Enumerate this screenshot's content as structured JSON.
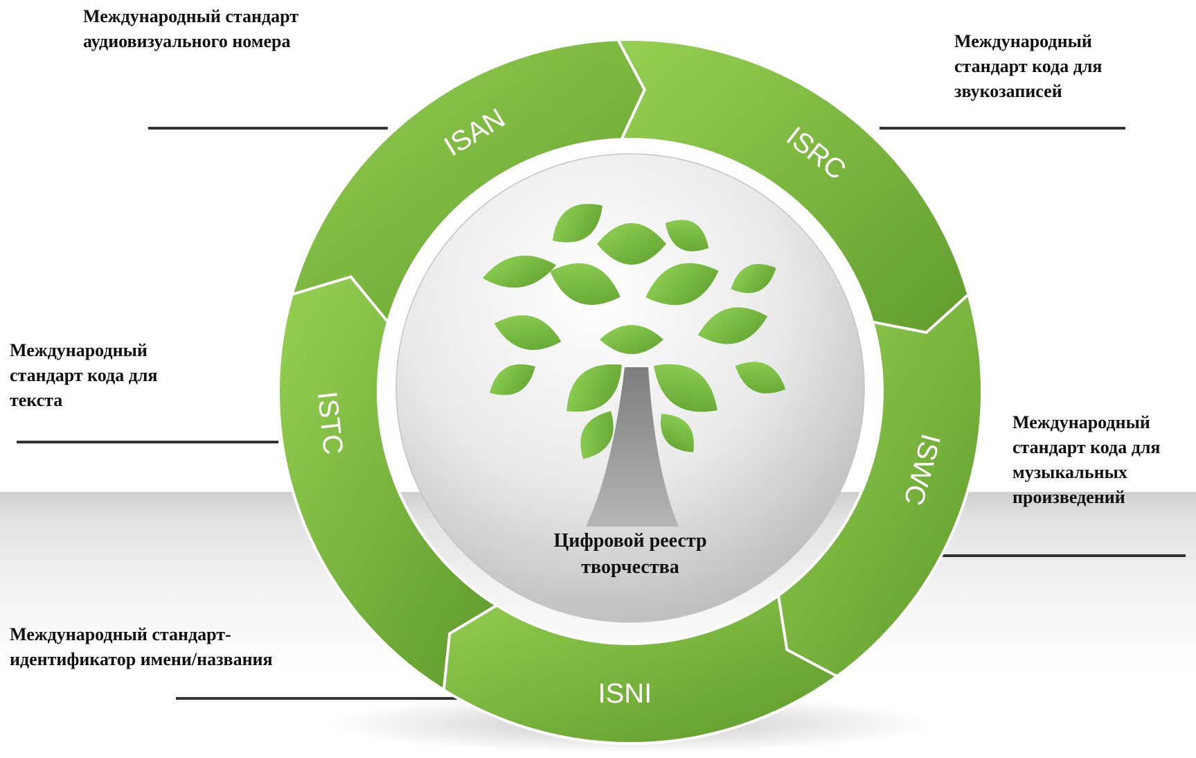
{
  "standards": [
    {
      "id": "isan",
      "code": "ISAN",
      "description": "Международный стандарт аудиовизуального номера"
    },
    {
      "id": "isrc",
      "code": "ISRC",
      "description": "Международный стандарт кода для звукозаписей"
    },
    {
      "id": "iswc",
      "code": "ISWC",
      "description": "Международный стандарт кода для музыкальных произведений"
    },
    {
      "id": "isni",
      "code": "ISNI",
      "description": "Международный стандарт-идентификатор имени/названия"
    },
    {
      "id": "istc",
      "code": "ISTC",
      "description": "Международный стандарт кода для текста"
    }
  ],
  "labels": {
    "isan": [
      "Международный стандарт",
      "аудиовизуального номера"
    ],
    "isrc": [
      "Международный",
      "стандарт кода для",
      "звукозаписей"
    ],
    "istc": [
      "Международный",
      "стандарт кода для",
      "текста"
    ],
    "iswc": [
      "Международный",
      "стандарт кода для",
      "музыкальных",
      "произведений"
    ],
    "isni": [
      "Международный стандарт-",
      "идентификатор имени/названия"
    ]
  },
  "center": {
    "line1": "Цифровой реестр",
    "line2": "творчества",
    "icon": "tree-icon"
  },
  "colors": {
    "arrow_light": "#8fcb4f",
    "arrow_dark": "#5f9a2c",
    "leaf": "#7cc243",
    "trunk": "#8a8a8a"
  }
}
